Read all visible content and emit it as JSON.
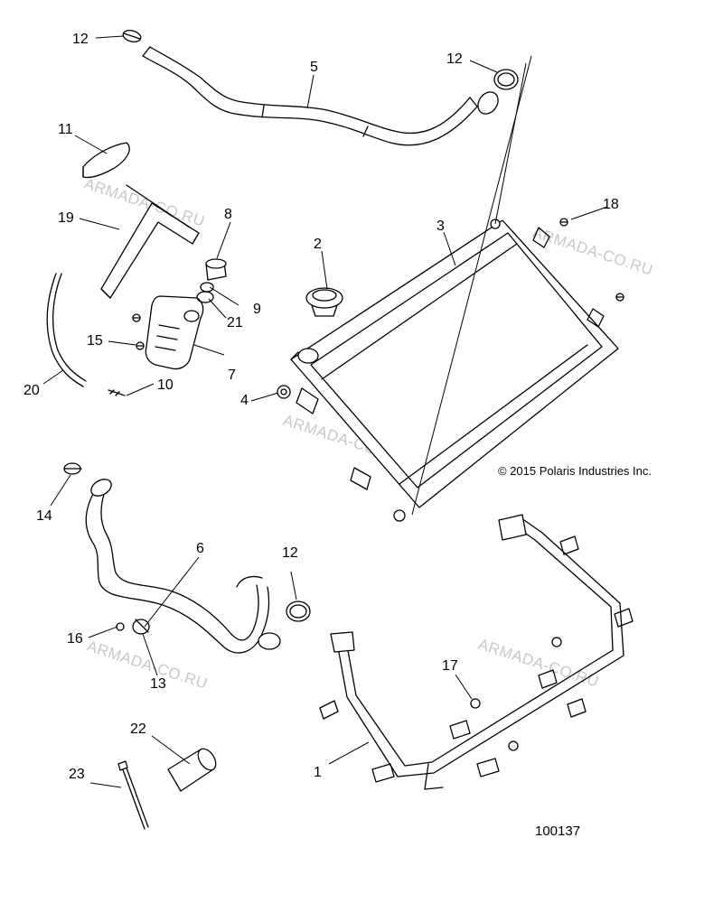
{
  "callouts": {
    "c1": "1",
    "c2": "2",
    "c3": "3",
    "c4": "4",
    "c5": "5",
    "c6": "6",
    "c7": "7",
    "c8": "8",
    "c9": "9",
    "c10": "10",
    "c11": "11",
    "c12a": "12",
    "c12b": "12",
    "c12c": "12",
    "c13": "13",
    "c14": "14",
    "c15": "15",
    "c16": "16",
    "c17": "17",
    "c18": "18",
    "c19": "19",
    "c20": "20",
    "c21": "21",
    "c22": "22",
    "c23": "23"
  },
  "watermark": "ARMADA-CO.RU",
  "copyright": "© 2015 Polaris Industries Inc.",
  "diagram_id": "100137"
}
